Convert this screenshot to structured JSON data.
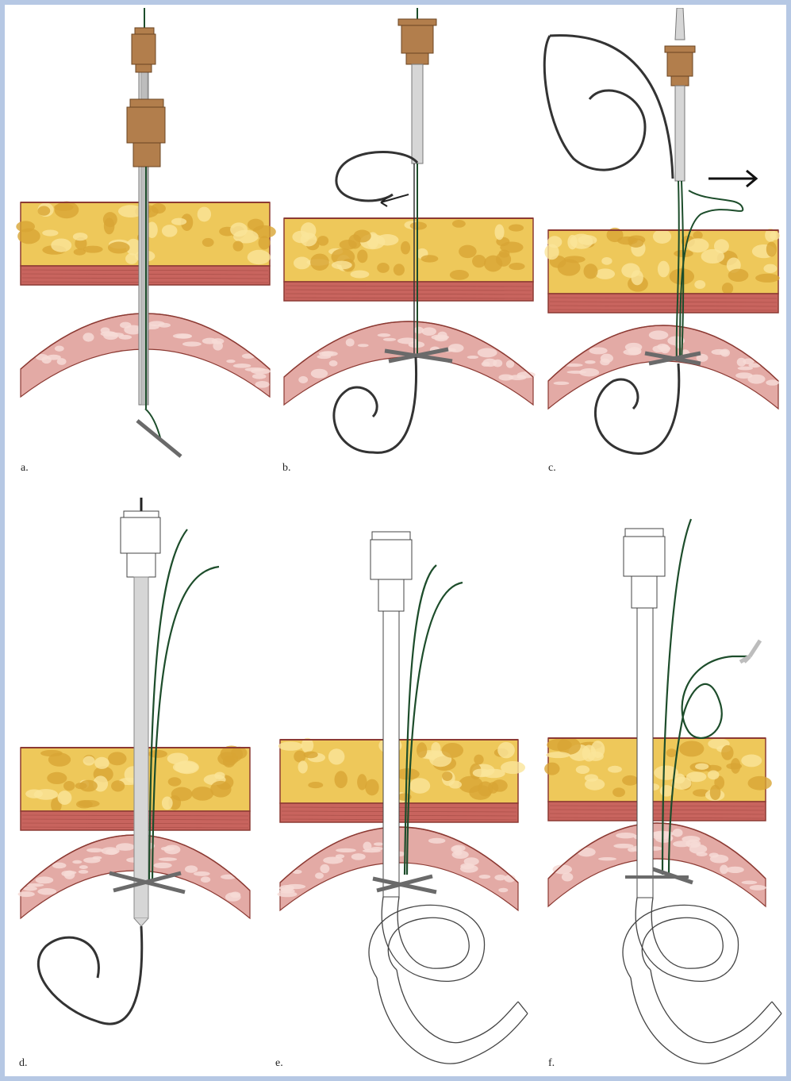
{
  "figure": {
    "panels": [
      {
        "id": "a",
        "label": "a."
      },
      {
        "id": "b",
        "label": "b."
      },
      {
        "id": "c",
        "label": "c."
      },
      {
        "id": "d",
        "label": "d."
      },
      {
        "id": "e",
        "label": "e."
      },
      {
        "id": "f",
        "label": "f."
      }
    ]
  },
  "colors": {
    "border": "#b6c8e4",
    "fat": "#eec85a",
    "fat_dark": "#d8a534",
    "fat_light": "#fae59a",
    "muscle": "#c8645e",
    "muscle_dark": "#8c3a33",
    "organ": "#e3aaa5",
    "organ_light": "#f6dad6",
    "hub": "#b27e4c",
    "needle": "#cfcfcf",
    "suture": "#1d4d2b",
    "guidewire": "#333333",
    "anchor": "#6a6a6a"
  }
}
